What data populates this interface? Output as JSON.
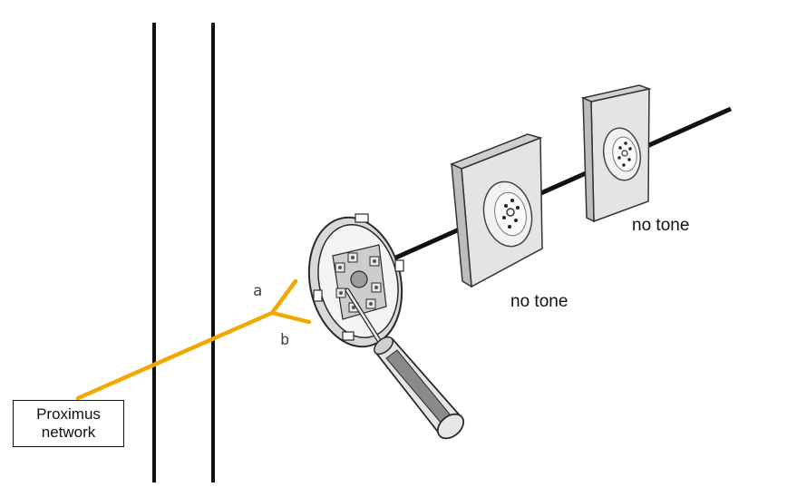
{
  "colors": {
    "network_wire": "#f2a800",
    "background_line": "#111111",
    "outlet_face": "#e4e4e4",
    "outlet_edge": "#3a3a3a"
  },
  "labels": {
    "network_line1": "Proximus",
    "network_line2": "network",
    "wire_a": "a",
    "wire_b": "b",
    "outlet_1_status": "no tone",
    "outlet_2_status": "no tone"
  },
  "icons": {
    "wall_outlet": "telephone-socket-icon",
    "tool": "screwdriver-icon",
    "mount": "open-socket-mount-icon"
  }
}
